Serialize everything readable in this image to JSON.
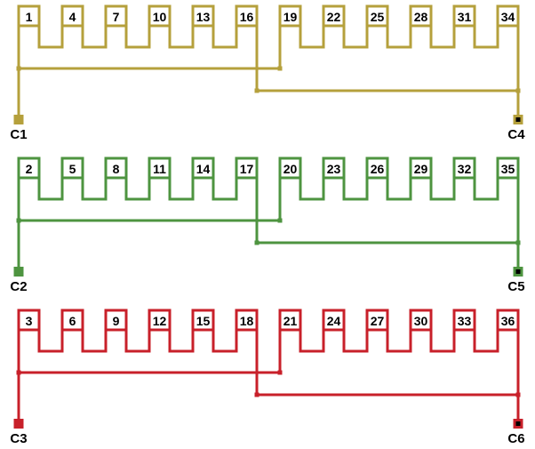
{
  "phases": [
    {
      "color": "#b5a03c",
      "slots": [
        "1",
        "4",
        "7",
        "10",
        "13",
        "16",
        "19",
        "22",
        "25",
        "28",
        "31",
        "34"
      ],
      "start_terminal": "C1",
      "end_terminal": "C4"
    },
    {
      "color": "#4e9440",
      "slots": [
        "2",
        "5",
        "8",
        "11",
        "14",
        "17",
        "20",
        "23",
        "26",
        "29",
        "32",
        "35"
      ],
      "start_terminal": "C2",
      "end_terminal": "C5"
    },
    {
      "color": "#c8202a",
      "slots": [
        "3",
        "6",
        "9",
        "12",
        "15",
        "18",
        "21",
        "24",
        "27",
        "30",
        "33",
        "36"
      ],
      "start_terminal": "C3",
      "end_terminal": "C6"
    }
  ]
}
